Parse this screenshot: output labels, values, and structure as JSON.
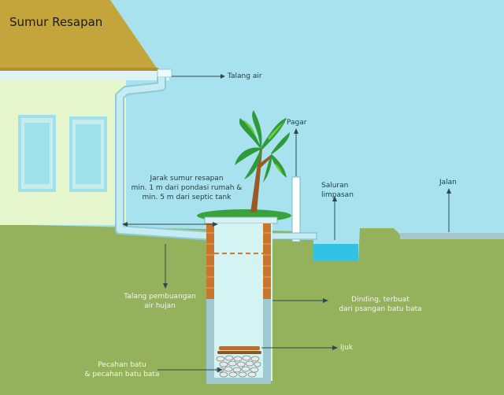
{
  "title": "Sumur Resapan",
  "labels": {
    "talang_air": "Talang air",
    "pagar": "Pagar",
    "jarak": "Jarak sumur resapan\nmin. 1 m dari pondasi rumah &\nmin. 5 m dari septic tank",
    "saluran": "Saluran\nlimpasan",
    "jalan": "Jalan",
    "talang_pembuangan": "Talang pembuangan\nair hujan",
    "dinding": "Dinding, terbuat\ndari psangan batu bata",
    "ijuk": "Ijuk",
    "pecahan_batu": "Pecahan batu\n& pecahan batu bata"
  },
  "colors": {
    "sky": "#a8e2ee",
    "ground": "#94b25c",
    "roof": "#c4a53c",
    "house_wall": "#e6f6cc",
    "window": "#9ee0ec",
    "pipe": "#b8e6ec",
    "brick": "#c9752c",
    "water": "#32c3e4",
    "tree_green": "#2f9a3a",
    "trunk": "#9a5a22"
  }
}
